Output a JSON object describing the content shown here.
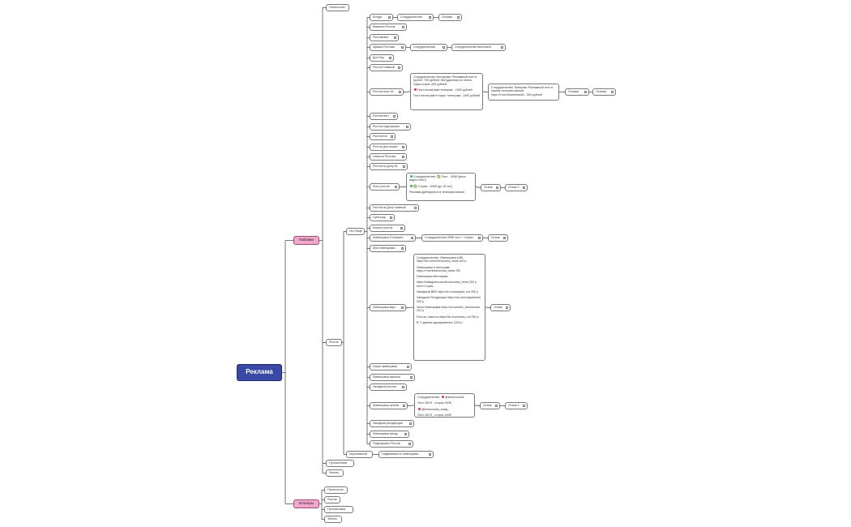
{
  "root": "Реклама",
  "colors": {
    "root_fill": "#3949a5",
    "main_fill": "#f0a8cc",
    "line": "#3a3a3a",
    "node_border": "#7a7a7a",
    "green_marker": "#2db55d",
    "red_marker": "#e0314b"
  },
  "nodes": {
    "pabliki": "Паблики",
    "blogery": "Блогеры",
    "p_psikhologiya": "Психология",
    "rostov": "Ростов",
    "p_puteshestviya": "Путешествия",
    "p_fitnes": "Фитнес",
    "b_psikhologiya": "Психология",
    "b_rostov": "Ростов",
    "b_puteshestviya": "Путешествия",
    "b_fitnes": "Фитнес",
    "na_ulitse": "На Улице",
    "morskovskoy": "Морсковской",
    "nedvizhimost": "Недвижимость левенцовка",
    "yug_eda": "Югеда",
    "yug_sotrud": "Сотрудничество",
    "yug_otzyvy": "Отзывы",
    "mamochki": "Мамочки Ростов",
    "rostovchane": "Ростовчане",
    "afisha": "Афиша Ростова",
    "afisha_sotrud": "Сотрудничество",
    "afisha_sotrud_vk": "Сотрудничество ВКонтакте",
    "don_day": "Дон Day",
    "rostov_glavnyy": "Ростов Главный",
    "rostov_news61": "Ростов ньюс 61",
    "news61_note": {
      "p1": "Сотрудничество Инстаграм: Рекламный пост в группе: 700 рублей, без удаления из ленты. Одна сторис 400 рублей.",
      "p2": "Пост инстаграм+телеграм - 1000 рублей",
      "p3": "Пост инстаграм+сторис +телеграм - 1400 рублей"
    },
    "news61_tg": "Сотрудничество Телеграм: Рекламный пост в нашем телеграм канале https://t.me/rostovnews61 - 500 рублей",
    "news61_otzyvy1": "Отзывы",
    "news61_otzyvy2": "Отзывы",
    "rostov_inst": "Ростов инст",
    "rostov_podsl": "Ростов подслушано",
    "rostov_live": "Ростов live",
    "rostov_dlya_nas": "Ростов Для наших",
    "novosti_rostova": "Новости Ростова",
    "rostov_na_donu_61": "Ростов на Дону 61",
    "foto_rostov": "Фото ростов",
    "foto_note": {
      "l1": "Сотрудничество: ✅ Пост - 400₽ (фото видео текст)",
      "l2": "✅ Сторис - 400₽ (до 15 сек)",
      "l3": "Реклама дублируется в телеграм канале"
    },
    "foto_otzyv": "Отзыв",
    "foto_otzyv2": "Отзыв 2",
    "rostov_na_donu_gl": "Ростов на Дону главный",
    "supa_rnd": "Супа рнд",
    "kompot": "Компот ростов",
    "levenzovka_sh": "Левенцовка 5 элемент",
    "lev_sh_sotrud": "Сотрудничество 250₽ пост + сторис",
    "lev_sh_otzyv": "Отзыв",
    "moya_lev": "Моя левенцовка",
    "lev_vkus": "Левенцовка вкус",
    "lev_vkus_otzyv": "Отзыв",
    "lev_note": {
      "p1": "Сотрудничество: Левенцовка в ВК https://vk.com/levencovka_news 400 р",
      "p2": "Левенцовка  в телеграме https://t.me/levencovka_news 200",
      "p3": "Левенцовка Инстаграм",
      "p4": "https://instagram.com/levencovka_news 200 р пост+сторис",
      "p5": "Западный ВВК https://vk.com/zapad_rnd 300 р",
      "p6": "Западная Резиденция https://vk.com/zapadresid 200 р",
      "p7": "Чаты Левенцовки https://vk.com/lev_levencovka 200 р",
      "p8": "Ростов, новости https://vk.com/news_rnd 250 р",
      "p9": "В 7 группах одновременно 1200 р"
    },
    "nasha_lev": "Наша левенцовка",
    "lev_zapisi": "Левенцовка записки",
    "zapadnyy": "Западный ростов",
    "lev_put": "Левенцовка путеев",
    "lev_put_note": {
      "l1": "Сотрудничество:",
      "l2": "@levencovka1",
      "l3": "Пост 300 ₽ , сторис 100₽",
      "l4": "@levencovka_today",
      "l5": "Пост 200 ₽ , сторис 100₽"
    },
    "lev_put_otzyv": "Отзыв",
    "lev_put_otzyv2": "Отзыв 2",
    "zap_rezid": "Западная резиденция",
    "lev_zapad": "Левенцовка запад",
    "podslushano": "Подслушано Ростов"
  }
}
